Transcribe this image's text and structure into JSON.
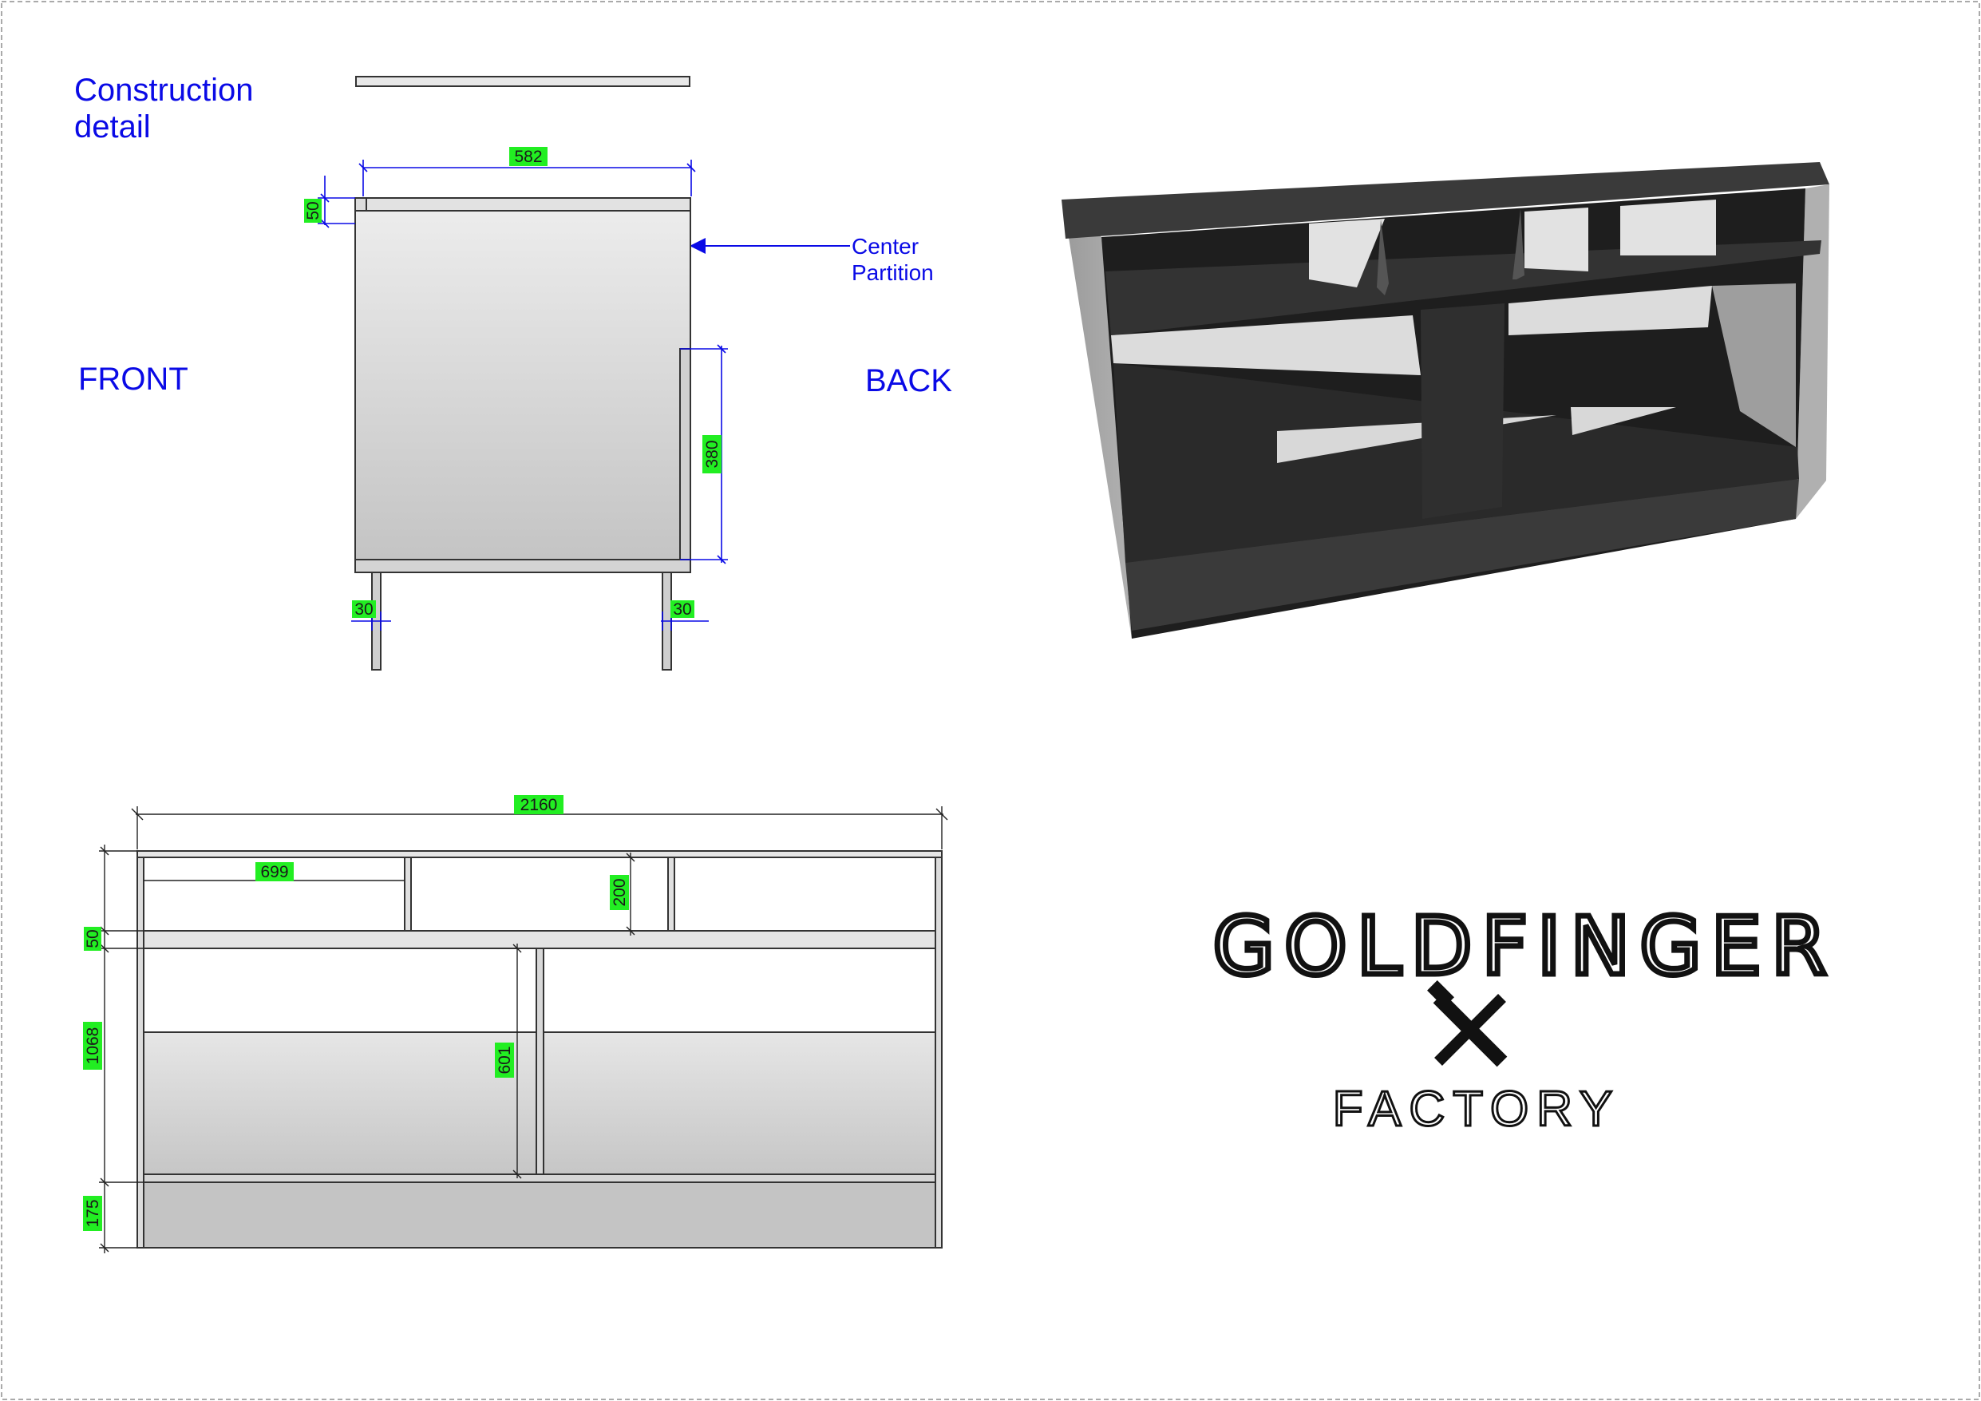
{
  "labels": {
    "construction_detail_line1": "Construction",
    "construction_detail_line2": "detail",
    "front": "FRONT",
    "back": "BACK",
    "center_partition_line1": "Center",
    "center_partition_line2": "Partition"
  },
  "dimensions": {
    "side_width": "582",
    "top_thickness": "50",
    "back_panel_height": "380",
    "leg_left": "30",
    "leg_right": "30",
    "total_width": "2160",
    "compartment_width": "699",
    "upper_shelf_height": "200",
    "shelf_thickness": "50",
    "cabinet_height": "1068",
    "partition_height": "601",
    "plinth_height": "175"
  },
  "logo": {
    "brand": "GOLDFINGER",
    "sub": "FACTORY"
  },
  "colors": {
    "label_blue": "#0a0ae6",
    "dim_highlight": "#22ee22",
    "cabinet_dark": "#2d2d2d",
    "cabinet_side": "#a8a8a8"
  }
}
